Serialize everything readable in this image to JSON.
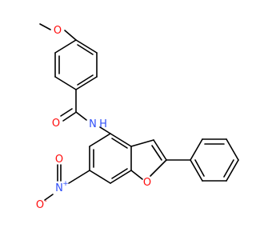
{
  "molecule": {
    "atom_labels": {
      "methoxy_o": "O",
      "carbonyl_o": "O",
      "amide_n": "N",
      "amide_h": "H",
      "furan_o": "O",
      "nitro_n": "N",
      "nitro_n_charge": "+",
      "nitro_o_top": "O",
      "nitro_o_bottom": "O",
      "nitro_o_charge": "-"
    },
    "colors": {
      "bond": "#000000",
      "oxygen": "#ff0d0d",
      "nitrogen": "#3050f8",
      "background": "#ffffff"
    }
  }
}
